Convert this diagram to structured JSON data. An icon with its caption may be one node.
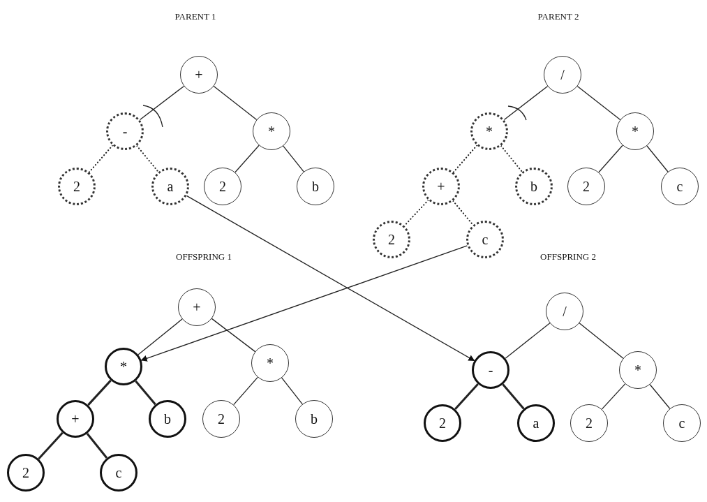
{
  "diagram": {
    "nodes": [
      {
        "text": [
          "+"
        ]
      },
      {
        "text": [
          "-"
        ]
      },
      {
        "text": [
          "*"
        ]
      },
      {
        "text": [
          "2"
        ]
      },
      {
        "text": [
          "a"
        ]
      },
      {
        "text": [
          "2"
        ]
      },
      {
        "text": [
          "b"
        ]
      },
      {
        "text": [
          "/"
        ]
      },
      {
        "text": [
          "*"
        ]
      },
      {
        "text": [
          "*"
        ]
      },
      {
        "text": [
          "+"
        ]
      },
      {
        "text": [
          "b"
        ]
      },
      {
        "text": [
          "2"
        ]
      },
      {
        "text": [
          "c"
        ]
      },
      {
        "text": [
          "2"
        ]
      },
      {
        "text": [
          "c"
        ]
      },
      {
        "text": [
          "+"
        ]
      },
      {
        "text": [
          "*"
        ]
      },
      {
        "text": [
          "*"
        ]
      },
      {
        "text": [
          "+"
        ]
      },
      {
        "text": [
          "b"
        ]
      },
      {
        "text": [
          "2"
        ]
      },
      {
        "text": [
          "b"
        ]
      },
      {
        "text": [
          "2"
        ]
      },
      {
        "text": [
          "c"
        ]
      },
      {
        "text": [
          "/"
        ]
      },
      {
        "text": [
          "-"
        ]
      },
      {
        "text": [
          "*"
        ]
      },
      {
        "text": [
          "2"
        ]
      },
      {
        "text": [
          "a"
        ]
      },
      {
        "text": [
          "2"
        ]
      },
      {
        "text": [
          "c"
        ]
      }
    ],
    "edges": [
      {
        "from": 0,
        "to": 1,
        "arrow": "none"
      },
      {
        "from": 0,
        "to": 2,
        "arrow": "none"
      },
      {
        "from": 1,
        "to": 3,
        "arrow": "none",
        "style": "dashed"
      },
      {
        "from": 1,
        "to": 4,
        "arrow": "none",
        "style": "dashed"
      },
      {
        "from": 2,
        "to": 5,
        "arrow": "none"
      },
      {
        "from": 2,
        "to": 6,
        "arrow": "none"
      },
      {
        "from": 7,
        "to": 8,
        "arrow": "none"
      },
      {
        "from": 7,
        "to": 9,
        "arrow": "none"
      },
      {
        "from": 8,
        "to": 10,
        "arrow": "none",
        "style": "dashed"
      },
      {
        "from": 8,
        "to": 11,
        "arrow": "none",
        "style": "dashed"
      },
      {
        "from": 9,
        "to": 12,
        "arrow": "none"
      },
      {
        "from": 9,
        "to": 13,
        "arrow": "none"
      },
      {
        "from": 10,
        "to": 14,
        "arrow": "none",
        "style": "dashed"
      },
      {
        "from": 10,
        "to": 15,
        "arrow": "none",
        "style": "dashed"
      },
      {
        "from": 16,
        "to": 17,
        "arrow": "none"
      },
      {
        "from": 16,
        "to": 18,
        "arrow": "none"
      },
      {
        "from": 17,
        "to": 19,
        "arrow": "none",
        "style": "thick"
      },
      {
        "from": 17,
        "to": 20,
        "arrow": "none",
        "style": "thick"
      },
      {
        "from": 19,
        "to": 23,
        "arrow": "none",
        "style": "thick"
      },
      {
        "from": 19,
        "to": 24,
        "arrow": "none",
        "style": "thick"
      },
      {
        "from": 18,
        "to": 21,
        "arrow": "none"
      },
      {
        "from": 18,
        "to": 22,
        "arrow": "none"
      },
      {
        "from": 25,
        "to": 26,
        "arrow": "none"
      },
      {
        "from": 25,
        "to": 27,
        "arrow": "none"
      },
      {
        "from": 26,
        "to": 28,
        "arrow": "none",
        "style": "thick"
      },
      {
        "from": 26,
        "to": 29,
        "arrow": "none",
        "style": "thick"
      },
      {
        "from": 27,
        "to": 30,
        "arrow": "none"
      },
      {
        "from": 27,
        "to": 31,
        "arrow": "none"
      },
      {
        "from": 4,
        "to": 26,
        "arrow": "to"
      },
      {
        "from": 15,
        "to": 17,
        "arrow": "to"
      }
    ],
    "labels": [
      "PARENT 1",
      "PARENT 2",
      "OFFSPRING 1",
      "OFFSPRING 2"
    ]
  }
}
